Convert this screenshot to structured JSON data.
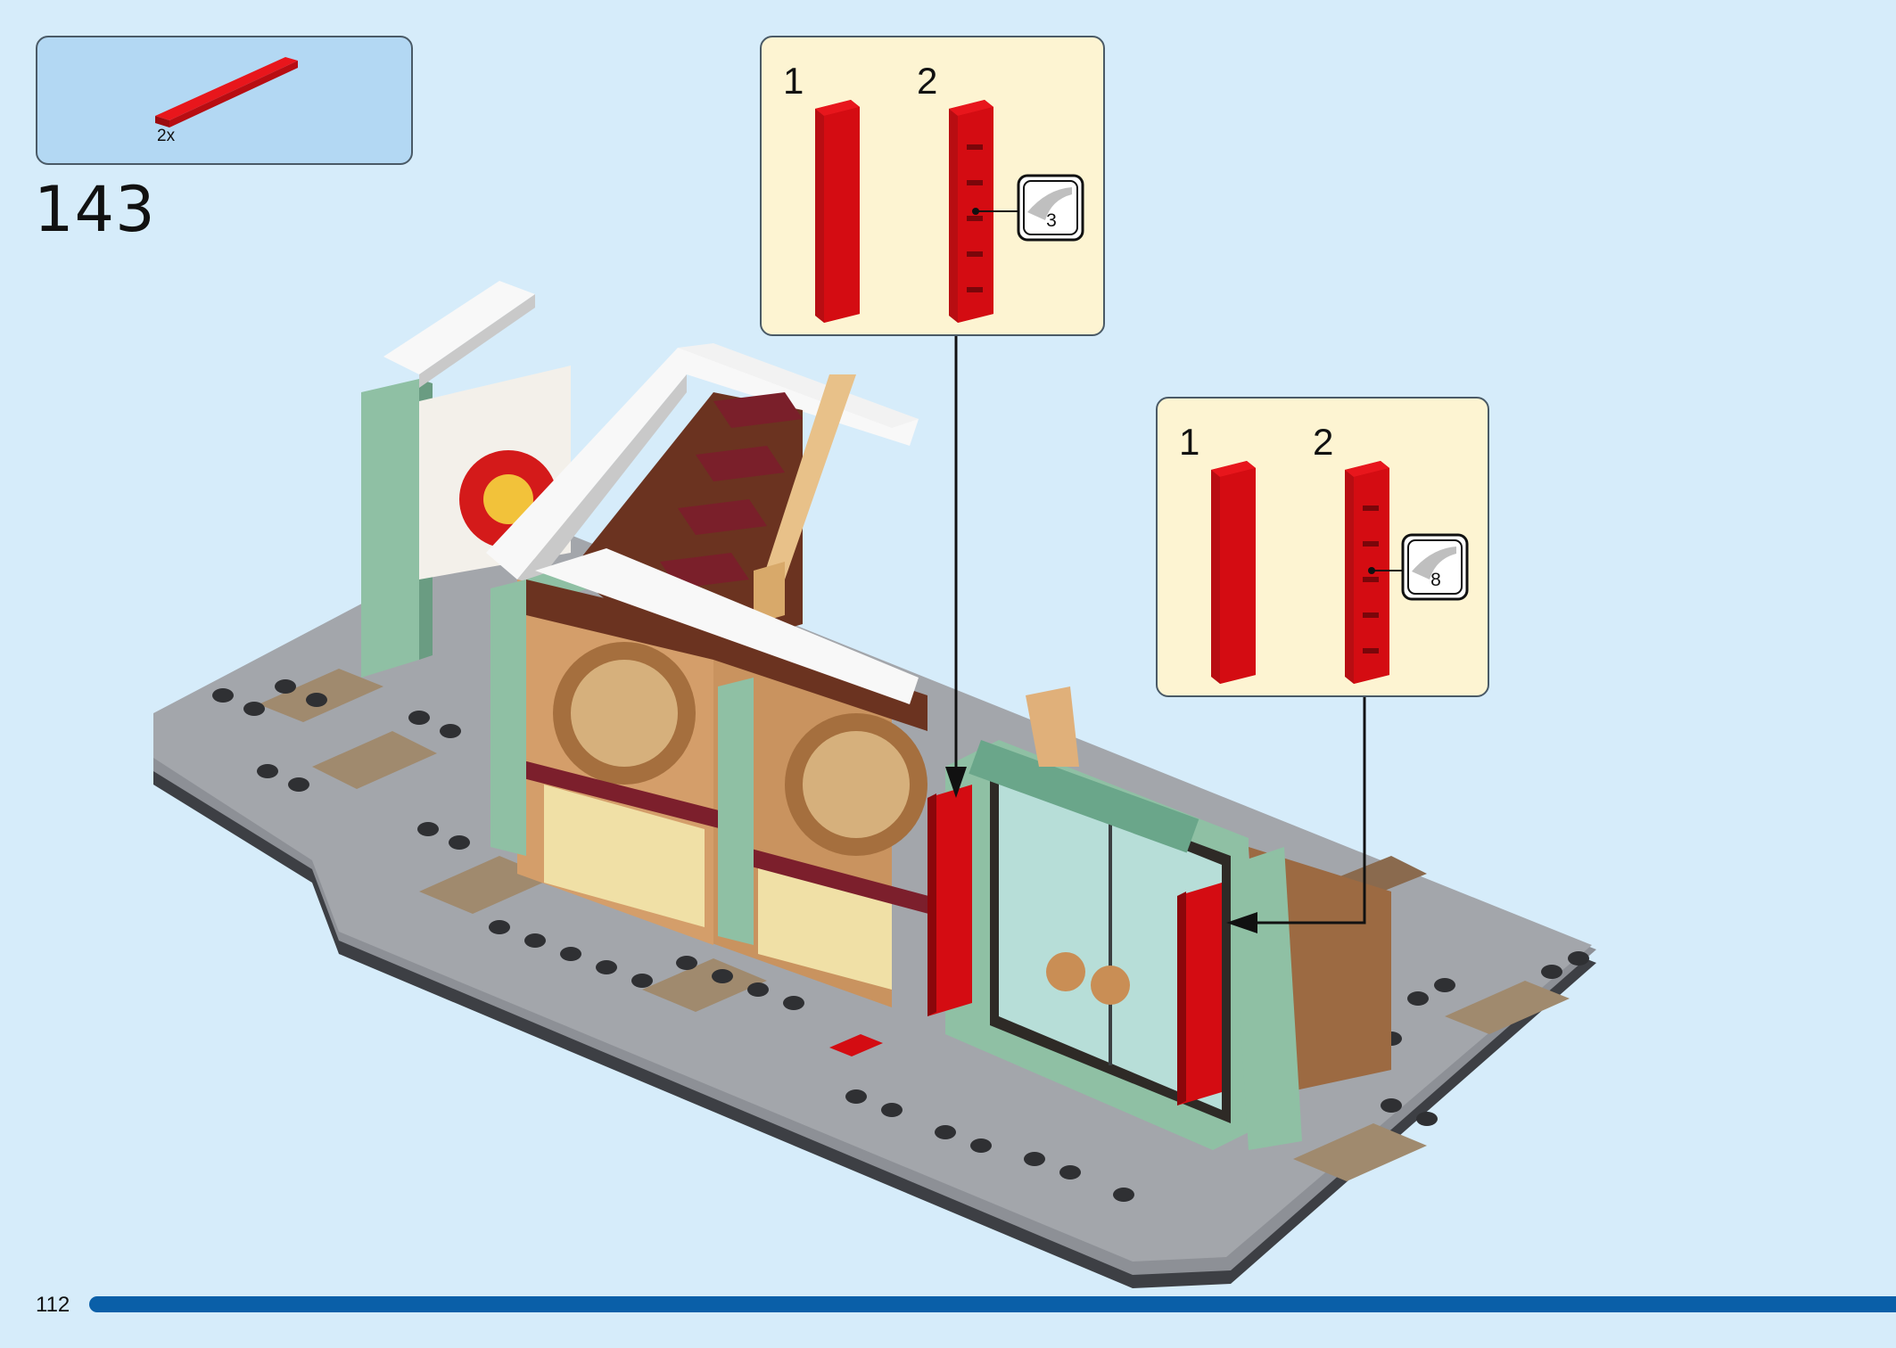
{
  "parts": {
    "quantity_label": "2x",
    "part_color": "#d40c12"
  },
  "step": {
    "number": "143"
  },
  "sub_assembly_a": {
    "step1_label": "1",
    "step2_label": "2",
    "sticker_number": "3"
  },
  "sub_assembly_b": {
    "step1_label": "1",
    "step2_label": "2",
    "sticker_number": "8"
  },
  "footer": {
    "page_number": "112",
    "progress_fraction": 1.0,
    "progress_color": "#0a5fa8"
  },
  "colors": {
    "background": "#d6ecfa",
    "parts_box": "#b3d8f3",
    "sub_box": "#fdf4d2",
    "brick_red": "#d40c12"
  }
}
